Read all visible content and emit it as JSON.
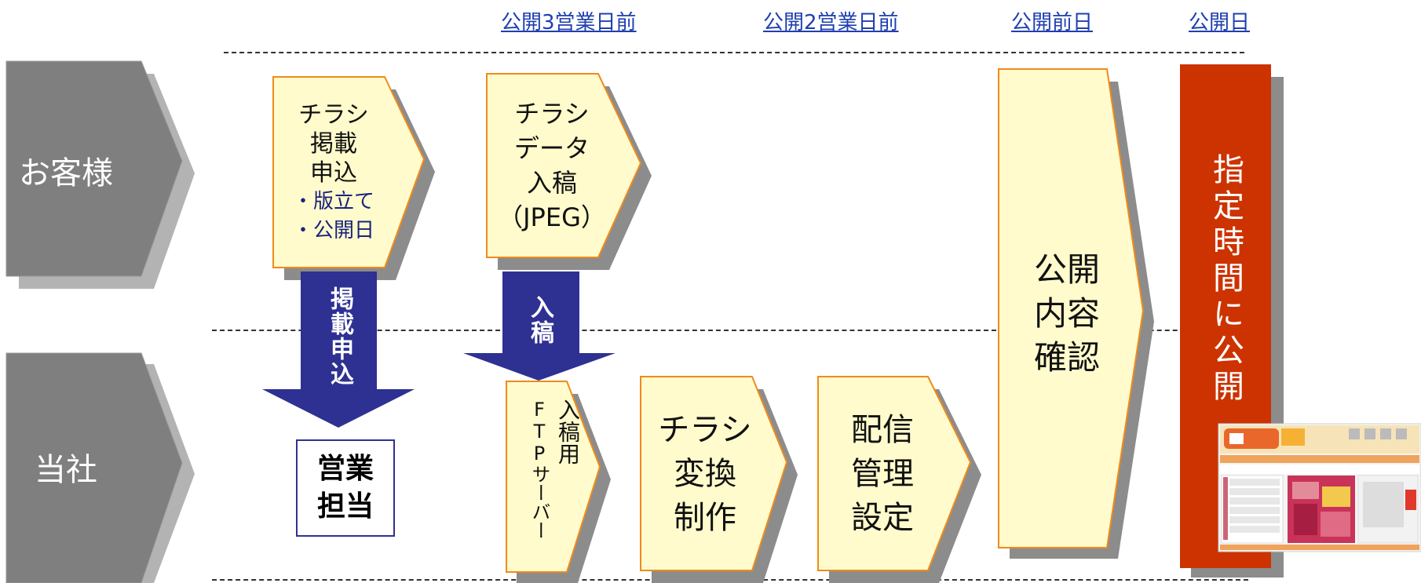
{
  "headers": {
    "day3": "公開3営業日前",
    "day2": "公開2営業日前",
    "day1": "公開前日",
    "day0": "公開日"
  },
  "lanes": {
    "customer": "お客様",
    "company": "当社"
  },
  "steps": {
    "apply_line1": "チラシ",
    "apply_line2": "掲載",
    "apply_line3": "申込",
    "apply_sub1": "・版立て",
    "apply_sub2": "・公開日",
    "data_line1": "チラシ",
    "data_line2": "データ",
    "data_line3": "入稿",
    "data_line4": "（JPEG）",
    "ftp_col1": "入稿用",
    "ftp_col2": "FTPサーバー",
    "convert_line1": "チラシ",
    "convert_line2": "変換",
    "convert_line3": "制作",
    "delivery_line1": "配信",
    "delivery_line2": "管理",
    "delivery_line3": "設定",
    "confirm_line1": "公開",
    "confirm_line2": "内容",
    "confirm_line3": "確認",
    "publish": "指定時間に公開",
    "sales_line1": "営業",
    "sales_line2": "担当"
  },
  "arrows": {
    "apply_down": "掲載申込",
    "submit_down": "入稿"
  },
  "colors": {
    "step_fill": "#fffbcc",
    "step_border": "#f08a1c",
    "arrow_fill": "#2e3192",
    "publish_fill": "#cc3300",
    "lane_fill": "#7f7f7f",
    "header_link": "#1f3fb0"
  }
}
